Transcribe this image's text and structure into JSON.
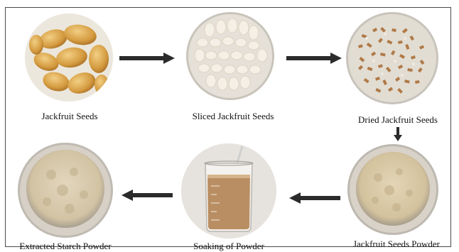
{
  "steps": [
    {
      "label": "Jackfruit Seeds"
    },
    {
      "label": "Sliced Jackfruit Seeds"
    },
    {
      "label": "Dried Jackfruit Seeds"
    },
    {
      "label": "Jackfruit Seeds Powder"
    },
    {
      "label": "Soaking of Powder"
    },
    {
      "label": "Extracted Starch Powder"
    }
  ],
  "colors": {
    "arrow": "#2b2b2b",
    "seed": "#d8a24a",
    "slice": "#f3eee4",
    "dried": "#b37d4c",
    "powder": "#d8c9a8",
    "liquid": "#b9916a"
  }
}
